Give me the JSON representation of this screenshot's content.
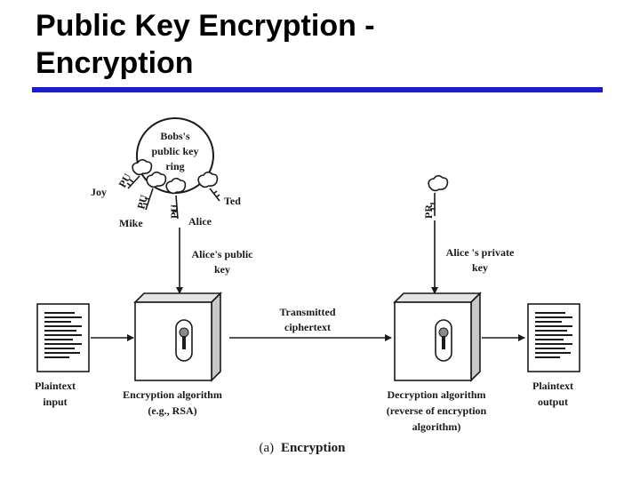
{
  "slide": {
    "title_line1": "Public Key Encryption -",
    "title_line2": "Encryption"
  },
  "key_ring": {
    "line1": "Bobs's",
    "line2": "public key",
    "line3": "ring",
    "names": {
      "joy": "Joy",
      "mike": "Mike",
      "alice": "Alice",
      "ted": "Ted"
    },
    "key_tags": {
      "joy": "PU",
      "mike": "PU",
      "alice": "PU",
      "private": "PR"
    }
  },
  "labels": {
    "alice_public_key_1": "Alice's public",
    "alice_public_key_2": "key",
    "alice_private_key_1": "Alice 's private",
    "alice_private_key_2": "key",
    "transmitted_1": "Transmitted",
    "transmitted_2": "ciphertext",
    "plaintext_input_1": "Plaintext",
    "plaintext_input_2": "input",
    "plaintext_output_1": "Plaintext",
    "plaintext_output_2": "output",
    "enc_algo_1": "Encryption algorithm",
    "enc_algo_2": "(e.g., RSA)",
    "dec_algo_1": "Decryption algorithm",
    "dec_algo_2": "(reverse of encryption",
    "dec_algo_3": "algorithm)",
    "caption_prefix": "(a)",
    "caption_main": "Encryption"
  },
  "colors": {
    "title_rule": "#1c1ccc",
    "box_face": "#ffffff",
    "box_side": "#c8c8c8",
    "box_top": "#e4e4e4",
    "line": "#1a1a1a"
  },
  "icons": {
    "document": "document-icon",
    "keyhole": "keyhole-icon",
    "key": "key-icon"
  }
}
